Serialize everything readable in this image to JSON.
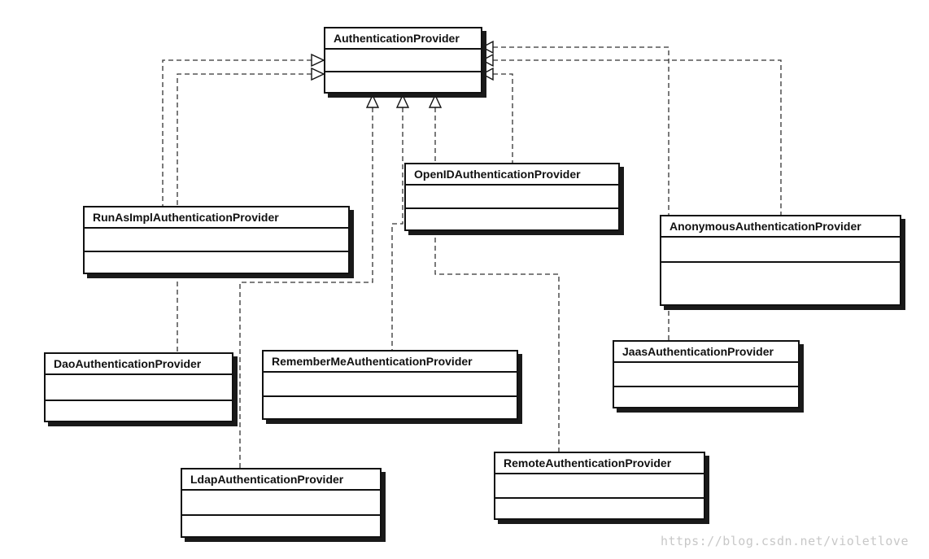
{
  "classes": {
    "authentication_provider": "AuthenticationProvider",
    "openid": "OpenIDAuthenticationProvider",
    "runas": "RunAsImplAuthenticationProvider",
    "anonymous": "AnonymousAuthenticationProvider",
    "dao": "DaoAuthenticationProvider",
    "rememberme": "RememberMeAuthenticationProvider",
    "jaas": "JaasAuthenticationProvider",
    "ldap": "LdapAuthenticationProvider",
    "remote": "RemoteAuthenticationProvider"
  },
  "relationships": {
    "kind": "realization",
    "target": "AuthenticationProvider",
    "implementors": [
      "OpenIDAuthenticationProvider",
      "RunAsImplAuthenticationProvider",
      "AnonymousAuthenticationProvider",
      "DaoAuthenticationProvider",
      "RememberMeAuthenticationProvider",
      "JaasAuthenticationProvider",
      "LdapAuthenticationProvider",
      "RemoteAuthenticationProvider"
    ]
  },
  "watermark": "https://blog.csdn.net/violetlove"
}
